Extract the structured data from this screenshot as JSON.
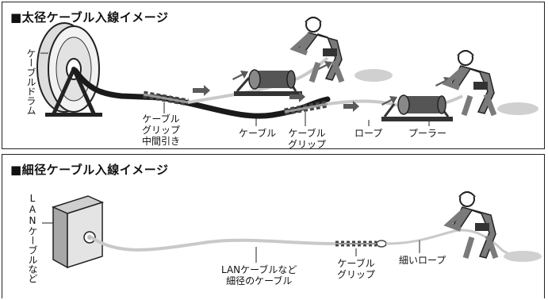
{
  "top_panel": {
    "title": "■太径ケーブル入線イメージ",
    "labels": {
      "drum": "ケーブルドラム",
      "grip_joint": [
        "ケーブル",
        "グリップ",
        "中間引き"
      ],
      "cable": "ケーブル",
      "grip": [
        "ケーブル",
        "グリップ"
      ],
      "rope": "ロープ",
      "puller": "プーラー"
    }
  },
  "bottom_panel": {
    "title": "■細径ケーブル入線イメージ",
    "labels": {
      "lan_box": "LANケーブルなど",
      "lan_cable": [
        "LANケーブルなど",
        "細径のケーブル"
      ],
      "grip": [
        "ケーブル",
        "グリップ"
      ],
      "thin_rope": "細いロープ"
    }
  },
  "colors": {
    "cable": "#1a1a1a",
    "rope": "#c9c9c9",
    "worker": "#7a7a7a",
    "arrow": "#5a5a5a"
  }
}
